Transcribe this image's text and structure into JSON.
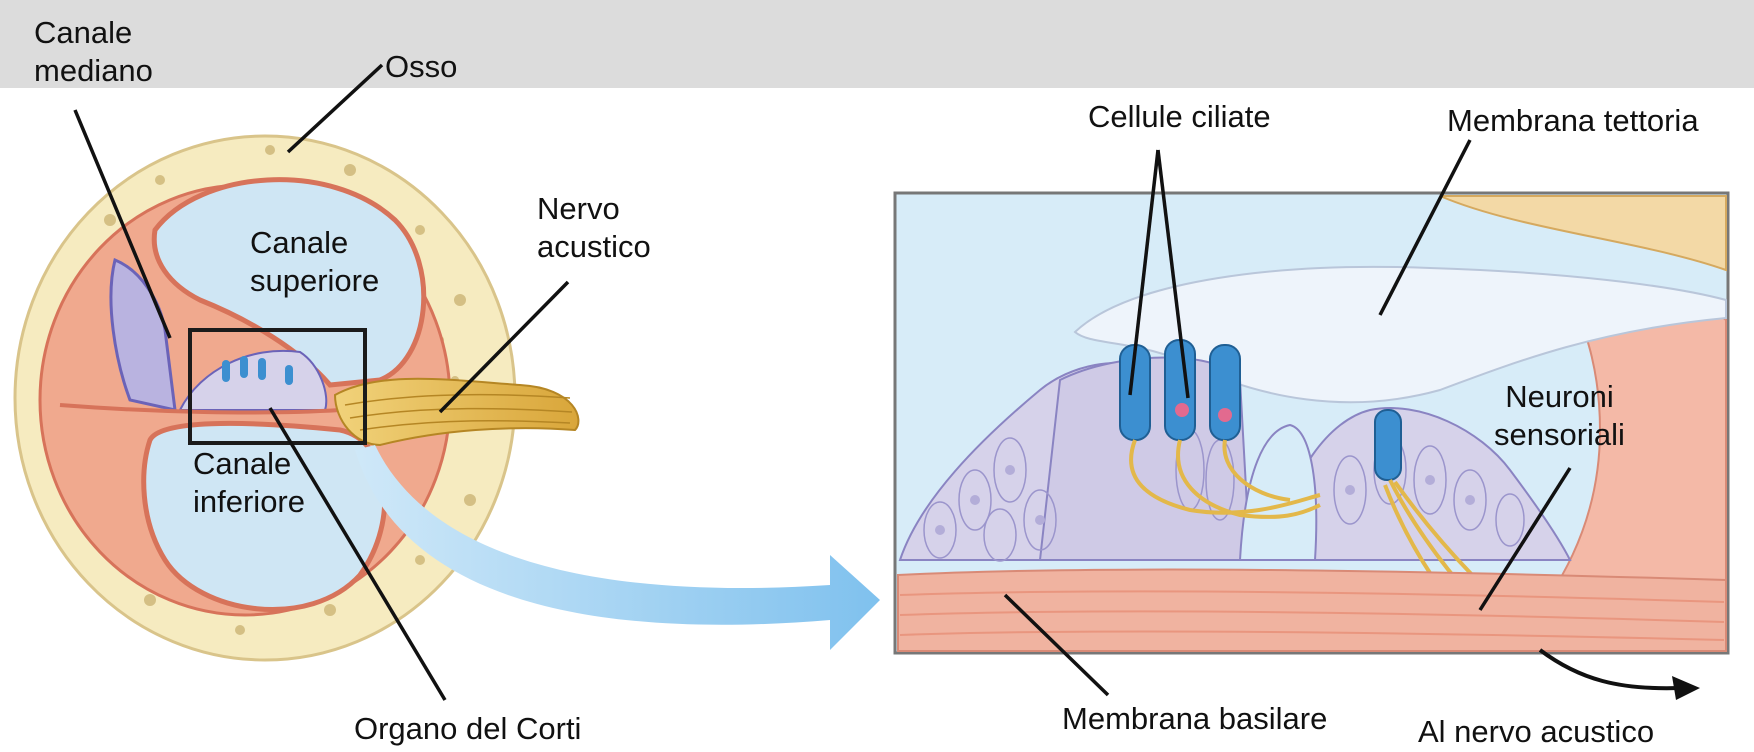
{
  "labels": {
    "canale_mediano": [
      "Canale",
      "mediano"
    ],
    "osso": "Osso",
    "canale_superiore": [
      "Canale",
      "superiore"
    ],
    "nervo_acustico": [
      "Nervo",
      "acustico"
    ],
    "canale_inferiore": [
      "Canale",
      "inferiore"
    ],
    "organo_del_corti": "Organo del Corti",
    "cellule_ciliate": "Cellule ciliate",
    "membrana_tettoria": "Membrana tettoria",
    "neuroni_sensoriali": [
      "Neuroni",
      "sensoriali"
    ],
    "membrana_basilare": "Membrana basilare",
    "al_nervo_acustico": "Al nervo acustico"
  },
  "colors": {
    "bone": "#f6ebc0",
    "canal_fluid": "#cfe6f4",
    "tissue_red": "#e88a6e",
    "hair_cell_blue": "#3c8fd0",
    "cell_lilac": "#d6d2ea",
    "nerve_gold": "#e3b84a",
    "arrow_blue": "#8ec8ee"
  }
}
